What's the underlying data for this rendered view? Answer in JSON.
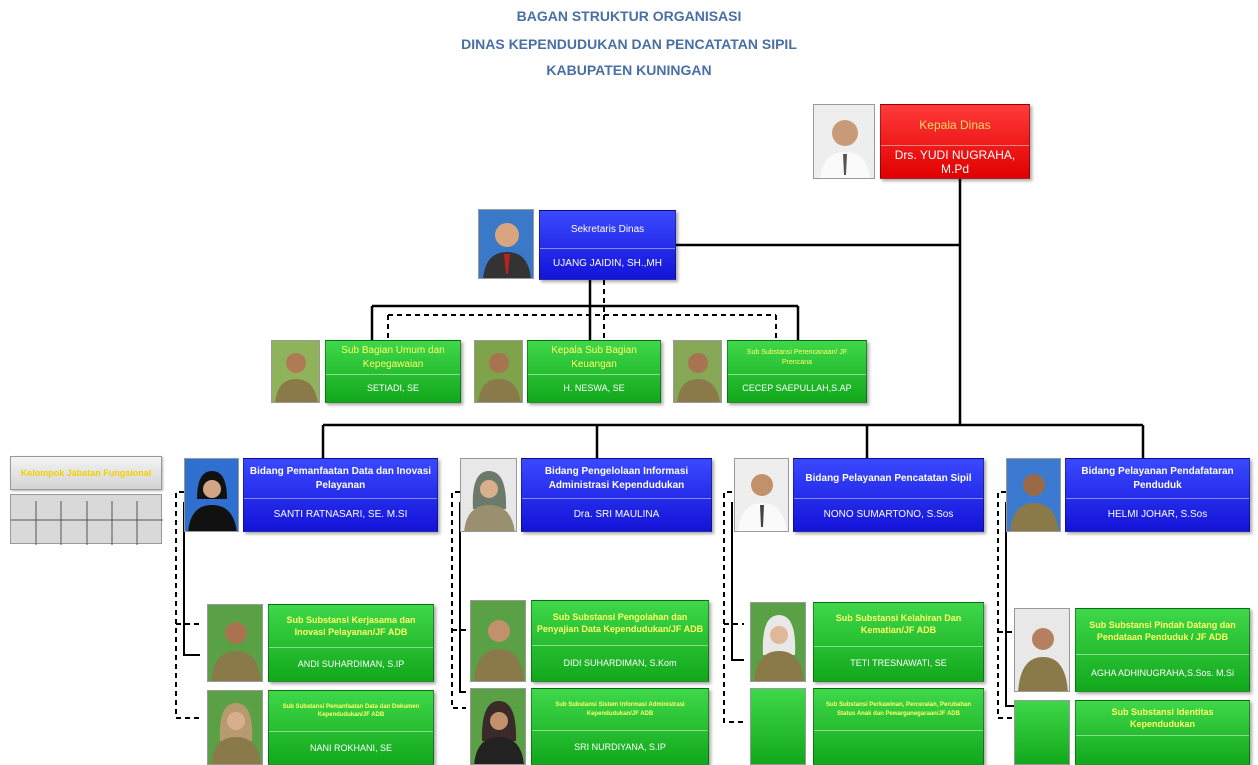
{
  "title": {
    "line1": "BAGAN STRUKTUR ORGANISASI",
    "line2": "DINAS KEPENDUDUKAN DAN PENCATATAN SIPIL",
    "line3": "KABUPATEN KUNINGAN"
  },
  "kepala": {
    "position": "Kepala Dinas",
    "name": "Drs. YUDI NUGRAHA, M.Pd"
  },
  "sekretaris": {
    "position": "Sekretaris Dinas",
    "name": "UJANG JAIDIN, SH.,MH"
  },
  "subbag": [
    {
      "position": "Sub Bagian Umum dan Kepegawaian",
      "name": "SETIADI, SE"
    },
    {
      "position": "Kepala Sub Bagian Keuangan",
      "name": "H. NESWA, SE"
    },
    {
      "position": "Sub Substansi Perencanaan/ JF Prencana",
      "name": "CECEP SAEPULLAH,S.AP"
    }
  ],
  "jabatan_fungsional": {
    "label": "Kelompok Jabatan Fungsional"
  },
  "bidang": [
    {
      "position": "Bidang Pemanfaatan Data dan Inovasi Pelayanan",
      "name": "SANTI RATNASARI, SE. M.SI"
    },
    {
      "position": "Bidang Pengelolaan Informasi Administrasi Kependudukan",
      "name": "Dra. SRI MAULINA"
    },
    {
      "position": "Bidang Pelayanan Pencatatan Sipil",
      "name": "NONO SUMARTONO, S.Sos"
    },
    {
      "position": "Bidang Pelayanan Pendafataran Penduduk",
      "name": "HELMI JOHAR, S.Sos"
    }
  ],
  "subs": [
    {
      "position": "Sub Substansi Kerjasama dan Inovasi Pelayanan/JF ADB",
      "name": "ANDI SUHARDIMAN, S.IP"
    },
    {
      "position": "Sub Substansi Pemanfaatan Data dan Dokumen Kependudukan/JF ADB",
      "name": "NANI ROKHANI, SE"
    },
    {
      "position": "Sub Substansi Pengolahan dan Penyajian Data Kependudukan/JF ADB",
      "name": "DIDI SUHARDIMAN, S.Kom"
    },
    {
      "position": "Sub Substansi Sistem Informasi Administrasi Kependudukan/JF ADB",
      "name": "SRI NURDIYANA, S.IP"
    },
    {
      "position": "Sub Substansi Kelahiran Dan Kematian/JF ADB",
      "name": "TETI TRESNAWATI, SE"
    },
    {
      "position": "Sub Substansi Perkawinan, Perceraian, Perubahan Status Anak dan Pewarganegaraan/JF ADB",
      "name": ""
    },
    {
      "position": "Sub Substansi Pindah Datang dan Pendataan Penduduk / JF ADB",
      "name": "AGHA ADHINUGRAHA,S.Sos. M.Si"
    },
    {
      "position": "Sub Substansi Identitas Kependudukan",
      "name": ""
    }
  ],
  "colors": {
    "kepala": "#e60000",
    "bidang": "#1a1ae6",
    "sub": "#22bb2a",
    "position_text": "#ffff66"
  }
}
